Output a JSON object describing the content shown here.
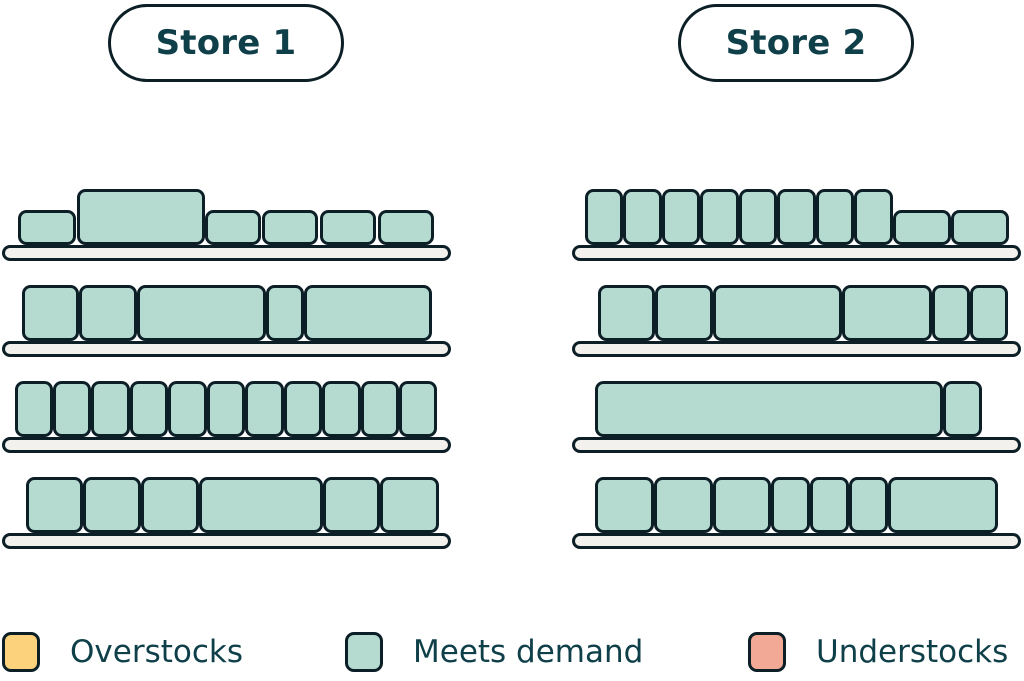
{
  "stores": [
    {
      "name": "Store 1",
      "shelves": [
        {
          "status": "meets-demand",
          "product_groups": 6
        },
        {
          "status": "meets-demand",
          "product_groups": 5
        },
        {
          "status": "meets-demand",
          "product_groups": 11
        },
        {
          "status": "meets-demand",
          "product_groups": 6
        }
      ]
    },
    {
      "name": "Store 2",
      "shelves": [
        {
          "status": "meets-demand",
          "product_groups": 10
        },
        {
          "status": "meets-demand",
          "product_groups": 6
        },
        {
          "status": "meets-demand",
          "product_groups": 2
        },
        {
          "status": "meets-demand",
          "product_groups": 7
        }
      ]
    }
  ],
  "legend": [
    {
      "label": "Overstocks",
      "color": "#fcd37c"
    },
    {
      "label": "Meets demand",
      "color": "#b5dbd1"
    },
    {
      "label": "Understocks",
      "color": "#f2aa97"
    }
  ],
  "colors": {
    "outline": "#0c1f26",
    "title_text": "#0f3f49",
    "shelf_fill": "#f3f1ee"
  }
}
